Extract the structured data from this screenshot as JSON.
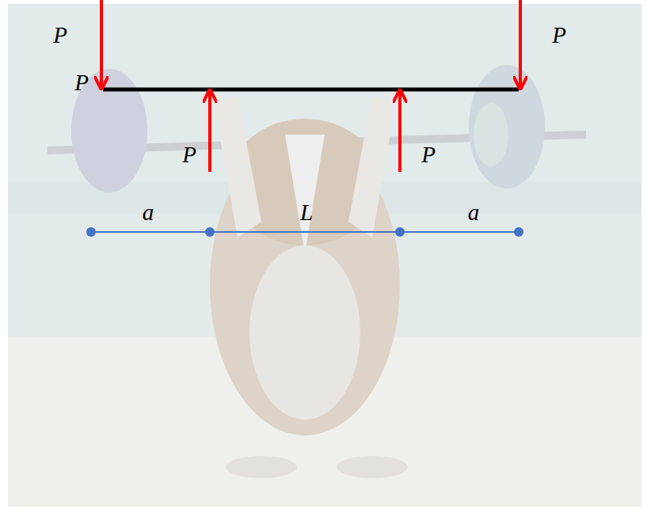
{
  "diagram": {
    "labels": [
      "P",
      "P",
      "P",
      "P",
      "P",
      "a",
      "L",
      "a"
    ]
  }
}
